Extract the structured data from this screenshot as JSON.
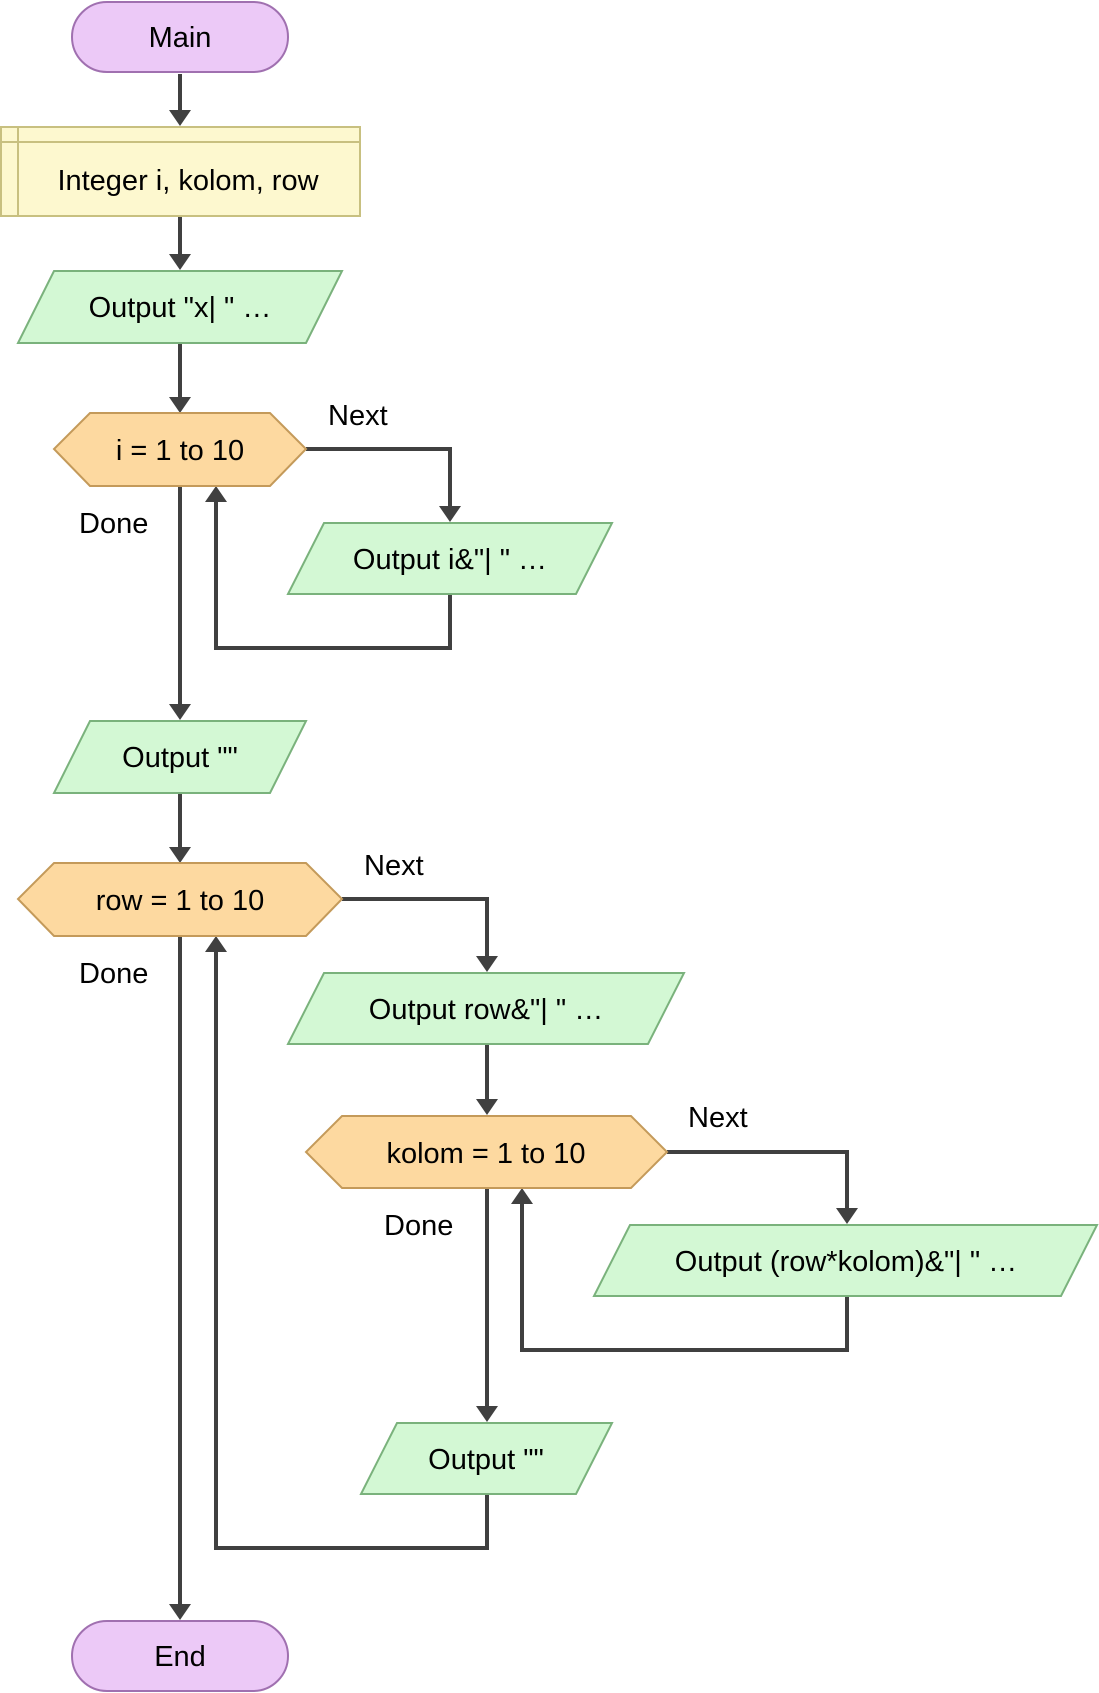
{
  "diagram": {
    "terminals": {
      "start": "Main",
      "end": "End"
    },
    "declare": "Integer i, kolom, row",
    "outputs": {
      "header": "Output \"x| \" …",
      "loop_i_body": "Output i&\"| \" …",
      "blank_line_1": "Output \"\"",
      "loop_row_body": "Output row&\"| \" …",
      "loop_kolom_body": "Output (row*kolom)&\"| \" …",
      "blank_line_2": "Output \"\""
    },
    "loops": {
      "i": "i = 1 to 10",
      "row": "row = 1 to 10",
      "kolom": "kolom = 1 to 10"
    },
    "edge_labels": {
      "i_next": "Next",
      "i_done": "Done",
      "row_next": "Next",
      "row_done": "Done",
      "kolom_next": "Next",
      "kolom_done": "Done"
    },
    "colors": {
      "terminal_fill": "#ecc9f7",
      "terminal_stroke": "#a070b0",
      "declare_fill": "#fdf8cf",
      "declare_stroke": "#c8c080",
      "output_fill": "#d3f8d4",
      "output_stroke": "#7ab27c",
      "loop_fill": "#fdd9a0",
      "loop_stroke": "#c49a5a",
      "edge": "#404040"
    }
  }
}
